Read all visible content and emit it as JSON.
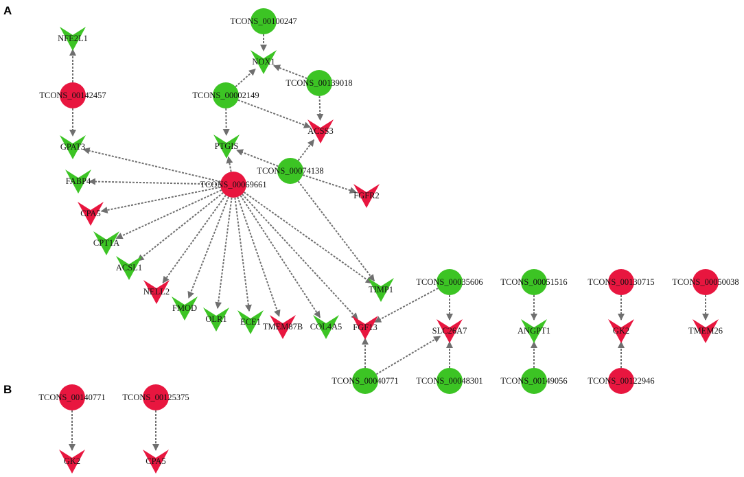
{
  "colors": {
    "up": "#e8163f",
    "down": "#3cc424",
    "edge": "#6f6f6f"
  },
  "panels": [
    "A",
    "B"
  ],
  "nodes": [
    {
      "id": "TCONS_00100247",
      "label": "TCONS_00100247",
      "kind": "lncRNA",
      "reg": "down"
    },
    {
      "id": "NOX1",
      "label": "NOX1",
      "kind": "mRNA",
      "reg": "down"
    },
    {
      "id": "TCONS_00139018",
      "label": "TCONS_00139018",
      "kind": "lncRNA",
      "reg": "down"
    },
    {
      "id": "TCONS_00002149",
      "label": "TCONS_00002149",
      "kind": "lncRNA",
      "reg": "down"
    },
    {
      "id": "ACSS3",
      "label": "ACSS3",
      "kind": "mRNA",
      "reg": "up"
    },
    {
      "id": "PTGIS",
      "label": "PTGIS",
      "kind": "mRNA",
      "reg": "down"
    },
    {
      "id": "TCONS_00074138",
      "label": "TCONS_00074138",
      "kind": "lncRNA",
      "reg": "down"
    },
    {
      "id": "FGFR2",
      "label": "FGFR2",
      "kind": "mRNA",
      "reg": "up"
    },
    {
      "id": "NFE2L1",
      "label": "NFE2L1",
      "kind": "mRNA",
      "reg": "down"
    },
    {
      "id": "TCONS_00142457",
      "label": "TCONS_00142457",
      "kind": "lncRNA",
      "reg": "up"
    },
    {
      "id": "GPAT3",
      "label": "GPAT3",
      "kind": "mRNA",
      "reg": "down"
    },
    {
      "id": "TCONS_00069661",
      "label": "TCONS_00069661",
      "kind": "lncRNA",
      "reg": "up"
    },
    {
      "id": "FABP4",
      "label": "FABP4",
      "kind": "mRNA",
      "reg": "down"
    },
    {
      "id": "CPA5",
      "label": "CPA5",
      "kind": "mRNA",
      "reg": "up"
    },
    {
      "id": "CPT1A",
      "label": "CPT1A",
      "kind": "mRNA",
      "reg": "down"
    },
    {
      "id": "ACSL1",
      "label": "ACSL1",
      "kind": "mRNA",
      "reg": "down"
    },
    {
      "id": "NELL2",
      "label": "NELL2",
      "kind": "mRNA",
      "reg": "up"
    },
    {
      "id": "FMOD",
      "label": "FMOD",
      "kind": "mRNA",
      "reg": "down"
    },
    {
      "id": "OLR1",
      "label": "OLR1",
      "kind": "mRNA",
      "reg": "down"
    },
    {
      "id": "ECE1",
      "label": "ECE1",
      "kind": "mRNA",
      "reg": "down"
    },
    {
      "id": "TMEM87B",
      "label": "TMEM87B",
      "kind": "mRNA",
      "reg": "up"
    },
    {
      "id": "COL4A5",
      "label": "COL4A5",
      "kind": "mRNA",
      "reg": "down"
    },
    {
      "id": "FGF13",
      "label": "FGF13",
      "kind": "mRNA",
      "reg": "up"
    },
    {
      "id": "TIMP1",
      "label": "TIMP1",
      "kind": "mRNA",
      "reg": "down"
    },
    {
      "id": "TCONS_00035606",
      "label": "TCONS_00035606",
      "kind": "lncRNA",
      "reg": "down"
    },
    {
      "id": "SLC26A7",
      "label": "SLC26A7",
      "kind": "mRNA",
      "reg": "up"
    },
    {
      "id": "TCONS_00040771",
      "label": "TCONS_00040771",
      "kind": "lncRNA",
      "reg": "down"
    },
    {
      "id": "TCONS_00048301",
      "label": "TCONS_00048301",
      "kind": "lncRNA",
      "reg": "down"
    },
    {
      "id": "TCONS_00051516",
      "label": "TCONS_00051516",
      "kind": "lncRNA",
      "reg": "down"
    },
    {
      "id": "ANGPT1",
      "label": "ANGPT1",
      "kind": "mRNA",
      "reg": "down"
    },
    {
      "id": "TCONS_00149056",
      "label": "TCONS_00149056",
      "kind": "lncRNA",
      "reg": "down"
    },
    {
      "id": "TCONS_00130715",
      "label": "TCONS_00130715",
      "kind": "lncRNA",
      "reg": "up"
    },
    {
      "id": "GK2_A",
      "label": "GK2",
      "kind": "mRNA",
      "reg": "up"
    },
    {
      "id": "TCONS_00122946",
      "label": "TCONS_00122946",
      "kind": "lncRNA",
      "reg": "up"
    },
    {
      "id": "TCONS_00050038",
      "label": "TCONS_00050038",
      "kind": "lncRNA",
      "reg": "up"
    },
    {
      "id": "TMEM26",
      "label": "TMEM26",
      "kind": "mRNA",
      "reg": "up"
    },
    {
      "id": "TCONS_00140771",
      "label": "TCONS_00140771",
      "kind": "lncRNA",
      "reg": "up"
    },
    {
      "id": "GK2_B",
      "label": "GK2",
      "kind": "mRNA",
      "reg": "up"
    },
    {
      "id": "TCONS_00125375",
      "label": "TCONS_00125375",
      "kind": "lncRNA",
      "reg": "up"
    },
    {
      "id": "CPA5_B",
      "label": "CPA5",
      "kind": "mRNA",
      "reg": "up"
    }
  ],
  "edges": [
    [
      "TCONS_00100247",
      "NOX1"
    ],
    [
      "TCONS_00002149",
      "NOX1"
    ],
    [
      "TCONS_00139018",
      "NOX1"
    ],
    [
      "TCONS_00139018",
      "ACSS3"
    ],
    [
      "TCONS_00002149",
      "ACSS3"
    ],
    [
      "TCONS_00074138",
      "ACSS3"
    ],
    [
      "TCONS_00002149",
      "PTGIS"
    ],
    [
      "TCONS_00074138",
      "PTGIS"
    ],
    [
      "TCONS_00069661",
      "PTGIS"
    ],
    [
      "TCONS_00074138",
      "FGFR2"
    ],
    [
      "TCONS_00074138",
      "TIMP1"
    ],
    [
      "TCONS_00142457",
      "NFE2L1"
    ],
    [
      "TCONS_00142457",
      "GPAT3"
    ],
    [
      "TCONS_00069661",
      "GPAT3"
    ],
    [
      "TCONS_00069661",
      "FABP4"
    ],
    [
      "TCONS_00069661",
      "CPA5"
    ],
    [
      "TCONS_00069661",
      "CPT1A"
    ],
    [
      "TCONS_00069661",
      "ACSL1"
    ],
    [
      "TCONS_00069661",
      "NELL2"
    ],
    [
      "TCONS_00069661",
      "FMOD"
    ],
    [
      "TCONS_00069661",
      "OLR1"
    ],
    [
      "TCONS_00069661",
      "ECE1"
    ],
    [
      "TCONS_00069661",
      "TMEM87B"
    ],
    [
      "TCONS_00069661",
      "COL4A5"
    ],
    [
      "TCONS_00069661",
      "FGF13"
    ],
    [
      "TCONS_00069661",
      "TIMP1"
    ],
    [
      "TCONS_00035606",
      "FGF13"
    ],
    [
      "TCONS_00035606",
      "SLC26A7"
    ],
    [
      "TCONS_00040771",
      "FGF13"
    ],
    [
      "TCONS_00040771",
      "SLC26A7"
    ],
    [
      "TCONS_00048301",
      "SLC26A7"
    ],
    [
      "TCONS_00051516",
      "ANGPT1"
    ],
    [
      "TCONS_00149056",
      "ANGPT1"
    ],
    [
      "TCONS_00130715",
      "GK2_A"
    ],
    [
      "TCONS_00122946",
      "GK2_A"
    ],
    [
      "TCONS_00050038",
      "TMEM26"
    ],
    [
      "TCONS_00140771",
      "GK2_B"
    ],
    [
      "TCONS_00125375",
      "CPA5_B"
    ]
  ]
}
